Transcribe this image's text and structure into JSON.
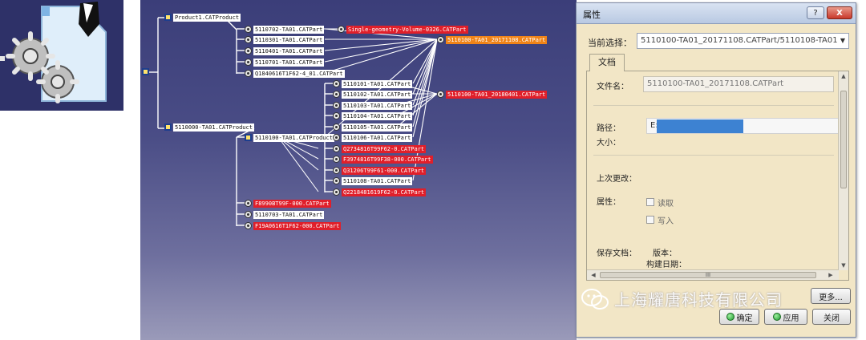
{
  "tree": {
    "root": "Product1.CATProduct",
    "nodes": [
      {
        "label": "Product1.CATProduct"
      },
      {
        "label": "5110702-TA01.CATPart"
      },
      {
        "label": "5110301-TA01.CATPart"
      },
      {
        "label": "5110401-TA01.CATPart"
      },
      {
        "label": "5110701-TA01.CATPart"
      },
      {
        "label": "Q1840616T1F62-4_01.CATPart"
      },
      {
        "label": "5110000-TA01.CATProduct"
      },
      {
        "label": "5110100-TA01.CATProduct"
      },
      {
        "label": "5110101-TA01.CATPart"
      },
      {
        "label": "5110102-TA01.CATPart"
      },
      {
        "label": "5110103-TA01.CATPart"
      },
      {
        "label": "5110104-TA01.CATPart"
      },
      {
        "label": "5110105-TA01.CATPart"
      },
      {
        "label": "5110106-TA01.CATPart"
      },
      {
        "label": "Q2734816T99F62-0.CATPart"
      },
      {
        "label": "F3974816T99F38-000.CATPart"
      },
      {
        "label": "Q31206T99F61-000.CATPart"
      },
      {
        "label": "5110108-TA01.CATPart"
      },
      {
        "label": "Q2218481619F62-0.CATPart"
      },
      {
        "label": "F8990BT99F-000.CATPart"
      },
      {
        "label": "5110703-TA01.CATPart"
      },
      {
        "label": "F19A0616T1F62-000.CATPart"
      },
      {
        "label": "5110100-TA01_20171108.CATPart"
      },
      {
        "label": "5110100-TA01_20180401.CATPart"
      },
      {
        "label": "Single-geometry-Volume-0326.CATPart"
      }
    ]
  },
  "dialog": {
    "title": "属性",
    "help_label": "?",
    "close_label": "X",
    "current_selection_label": "当前选择：",
    "current_selection_value": "5110100-TA01_20171108.CATPart/5110108-TA01",
    "tab_label": "文档",
    "file_name_label": "文件名：",
    "file_name_value": "5110100-TA01_20171108.CATPart",
    "path_label": "路径：",
    "path_value": "E:\\",
    "size_label": "大小：",
    "last_modified_label": "上次更改：",
    "attributes_label": "属性：",
    "read_only_label": "读取",
    "write_label": "写入",
    "save_doc_label": "保存文档：",
    "version_label": "版本：",
    "build_date_label": "构建日期：",
    "h_scroll_grip": "III",
    "more_label": "更多...",
    "ok_label": "确定",
    "apply_label": "应用",
    "close_button_label": "关闭"
  },
  "watermark": {
    "text": "上海耀唐科技有限公司"
  }
}
